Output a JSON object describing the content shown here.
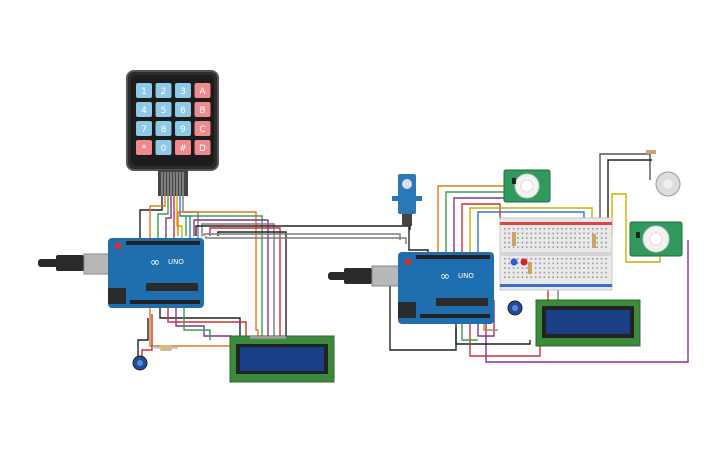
{
  "keypad": {
    "keys": [
      [
        "1",
        "2",
        "3",
        "A"
      ],
      [
        "4",
        "5",
        "6",
        "B"
      ],
      [
        "7",
        "8",
        "9",
        "C"
      ],
      [
        "*",
        "0",
        "#",
        "D"
      ]
    ],
    "num_color": "#8ec9e8",
    "letter_color": "#f08a8f"
  },
  "arduinos": [
    {
      "model_label": "UNO",
      "brand_label": "∞"
    },
    {
      "model_label": "UNO",
      "brand_label": "∞"
    }
  ],
  "colors": {
    "board": "#1f6fb0",
    "lcd_pcb": "#3c8a3c",
    "lcd_screen": "#1a3f87",
    "breadboard": "#e9e9e9",
    "pir_pcb": "#2f9a5b",
    "servo": "#2b78b8"
  },
  "wire_colors": [
    "#e07b1a",
    "#3aa04a",
    "#8a2f9a",
    "#c33",
    "#222",
    "#7b7b7b",
    "#c8b000",
    "#2c7bd0",
    "#d06aa0"
  ]
}
